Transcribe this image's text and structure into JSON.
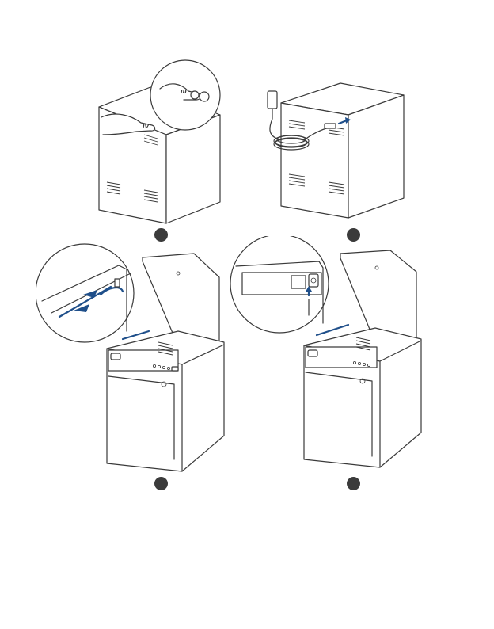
{
  "steps": [
    {
      "id": "step-1",
      "callout_markings": [
        "III",
        "IV"
      ]
    },
    {
      "id": "step-2"
    },
    {
      "id": "step-3"
    },
    {
      "id": "step-4"
    }
  ],
  "colors": {
    "line": "#3a3a3a",
    "accent_arrow": "#1f4f8a",
    "step_dot": "#3b3b3b",
    "background": "#ffffff"
  }
}
